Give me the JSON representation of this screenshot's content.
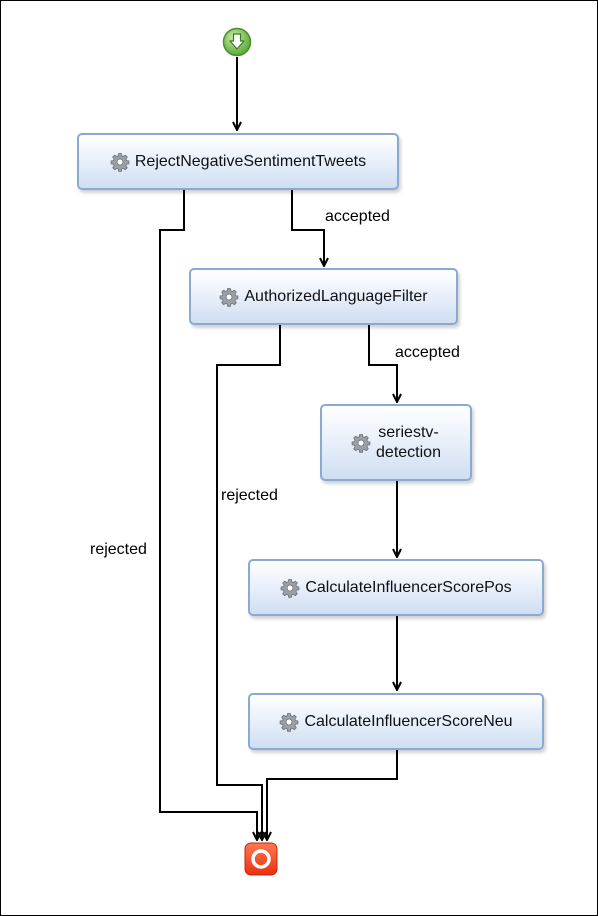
{
  "nodes": {
    "reject_negative": {
      "label": "RejectNegativeSentimentTweets",
      "icon": "gear-icon"
    },
    "language_filter": {
      "label": "AuthorizedLanguageFilter",
      "icon": "gear-icon"
    },
    "seriestv_detection": {
      "label": "seriestv-\ndetection",
      "icon": "gear-icon"
    },
    "score_pos": {
      "label": "CalculateInfluencerScorePos",
      "icon": "gear-icon"
    },
    "score_neu": {
      "label": "CalculateInfluencerScoreNeu",
      "icon": "gear-icon"
    }
  },
  "edges": {
    "accepted_1": "accepted",
    "accepted_2": "accepted",
    "rejected_1": "rejected",
    "rejected_2": "rejected"
  },
  "start": {
    "icon": "down-arrow-icon",
    "color": "#7cc45a"
  },
  "end": {
    "icon": "stop-icon",
    "color": "#f04a24"
  },
  "colors": {
    "node_border": "#8aaad2",
    "edge": "#000000"
  }
}
